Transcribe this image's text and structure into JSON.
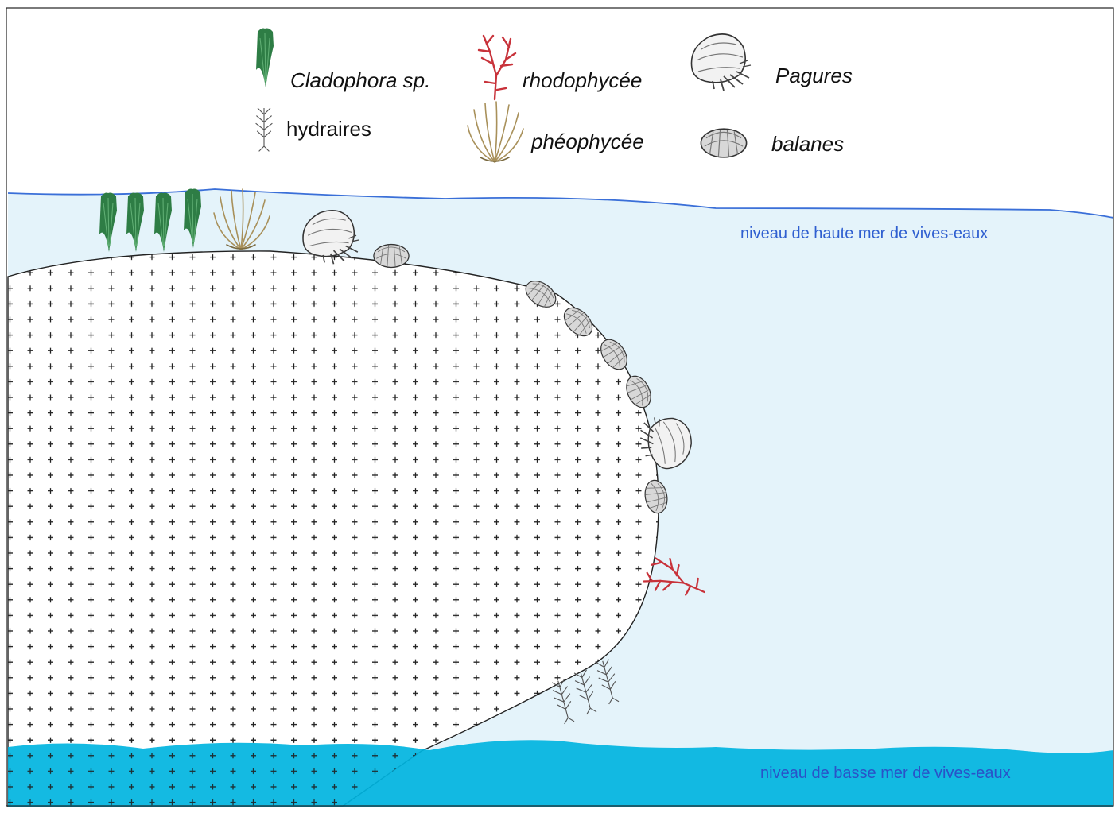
{
  "legend": {
    "cladophora": "Cladophora sp.",
    "hydraires": "hydraires",
    "rhodophycee": "rhodophycée",
    "pheophycee": "phéophycée",
    "pagures": "Pagures",
    "balanes": "balanes"
  },
  "levels": {
    "high_tide": "niveau de haute mer de vives-eaux",
    "low_tide": "niveau de basse mer de vives-eaux"
  },
  "colors": {
    "sea_light": "#e4f3fa",
    "sea_deep": "#00b4e0",
    "high_tide_line": "#3a6fd8",
    "label_blue": "#2f5fd0",
    "cladophora_green": "#2e7d45",
    "rhodophycee_red": "#c8323a",
    "pheophycee_brown": "#a8905a",
    "shell_grey": "#9a9a9a"
  },
  "icons": [
    "cladophora-icon",
    "hydraire-icon",
    "rhodophycee-icon",
    "pheophycee-icon",
    "pagure-icon",
    "balane-icon"
  ]
}
